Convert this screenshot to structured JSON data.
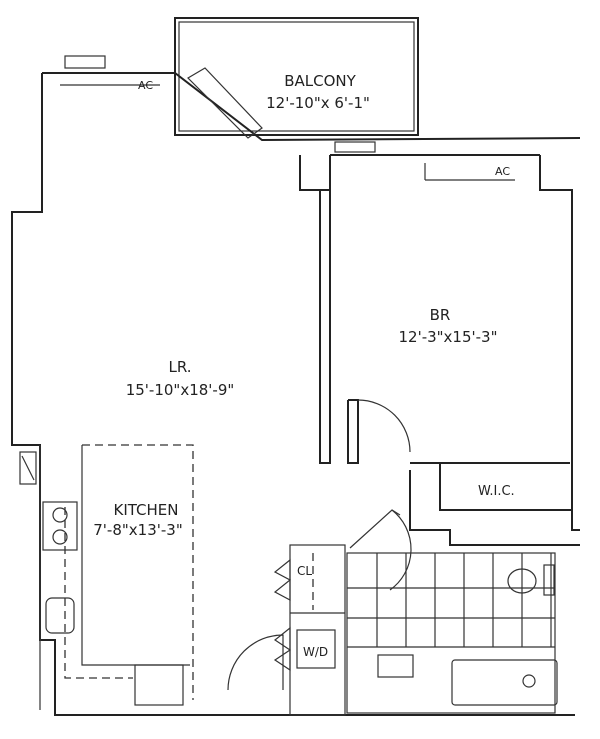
{
  "rooms": {
    "balcony": {
      "name": "BALCONY",
      "size": "12'-10\"x 6'-1\""
    },
    "bedroom": {
      "name": "BR",
      "size": "12'-3\"x15'-3\""
    },
    "living_room": {
      "name": "LR.",
      "size": "15'-10\"x18'-9\""
    },
    "kitchen": {
      "name": "KITCHEN",
      "size": "7'-8\"x13'-3\""
    },
    "walk_in_closet": {
      "name": "W.I.C."
    },
    "closet": {
      "name": "CL"
    },
    "washer_dryer": {
      "name": "W/D"
    }
  },
  "fixtures": {
    "ac_living": "AC",
    "ac_bedroom": "AC"
  }
}
